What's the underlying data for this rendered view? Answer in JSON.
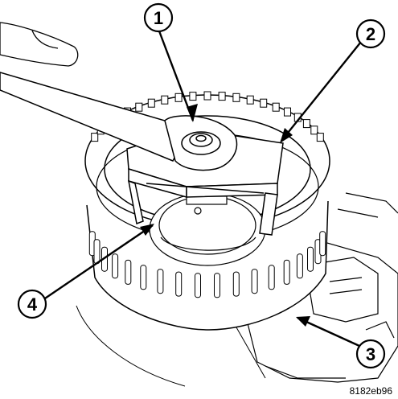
{
  "callouts": [
    {
      "id": "1",
      "label": "1"
    },
    {
      "id": "2",
      "label": "2"
    },
    {
      "id": "3",
      "label": "3"
    },
    {
      "id": "4",
      "label": "4"
    }
  ],
  "figure_id": "8182eb96",
  "colors": {
    "line": "#000000",
    "background": "#ffffff"
  }
}
